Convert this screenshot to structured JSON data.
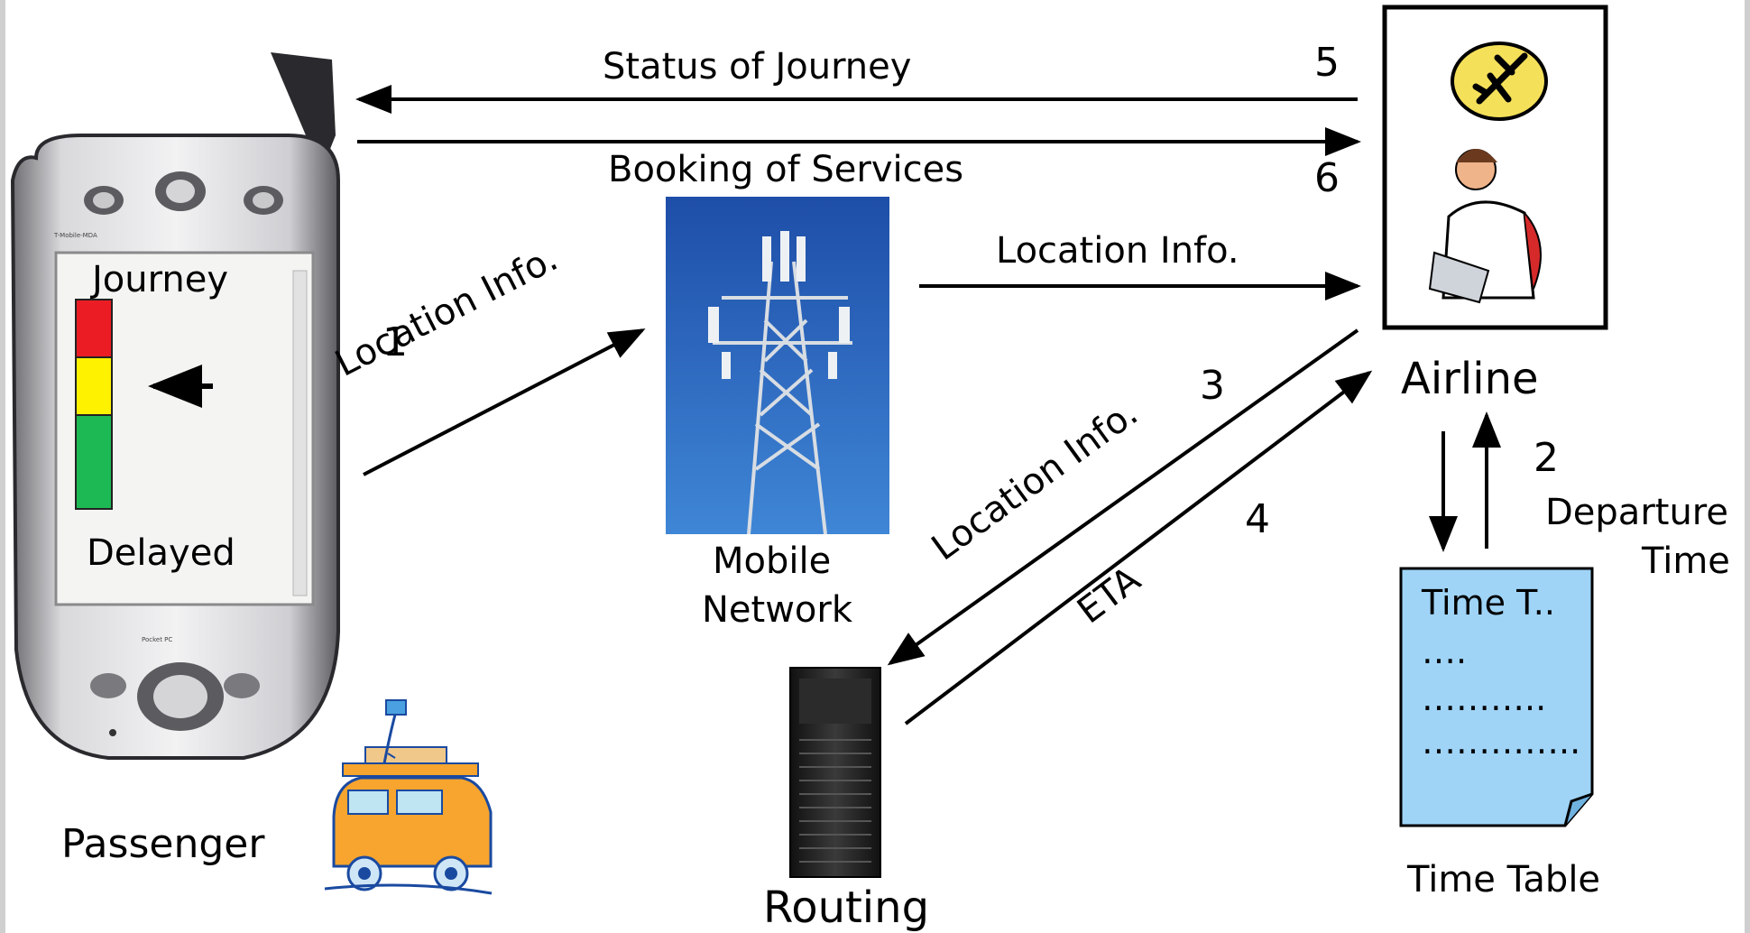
{
  "phone": {
    "brand": "T-Mobile-MDA",
    "model": "Pocket PC",
    "screen_title": "Journey",
    "screen_status": "Delayed",
    "status_colors": {
      "red": "#ec1c24",
      "yellow": "#fff200",
      "green": "#1db954"
    }
  },
  "labels": {
    "passenger": "Passenger",
    "mobile_network_l1": "Mobile",
    "mobile_network_l2": "Network",
    "routing": "Routing",
    "airline": "Airline",
    "time_table": "Time Table",
    "departure_l1": "Departure",
    "departure_l2": "Time"
  },
  "arrows": {
    "status_of_journey": "Status of Journey",
    "booking_of_services": "Booking of Services",
    "location_info_top": "Location Info.",
    "location_info_phone": "Location Info.",
    "location_info_routing": "Location Info.",
    "eta": "ETA"
  },
  "steps": {
    "s1": "1",
    "s2": "2",
    "s3": "3",
    "s4": "4",
    "s5": "5",
    "s6": "6"
  },
  "timetable": {
    "line1": "Time T..",
    "line2": "….",
    "line3": "………..",
    "line4": "…………..",
    "fill_color": "#9fd4f7"
  },
  "icons": [
    "phone-icon",
    "cell-tower-icon",
    "server-icon",
    "airplane-icon",
    "agent-icon",
    "car-icon",
    "document-icon"
  ]
}
